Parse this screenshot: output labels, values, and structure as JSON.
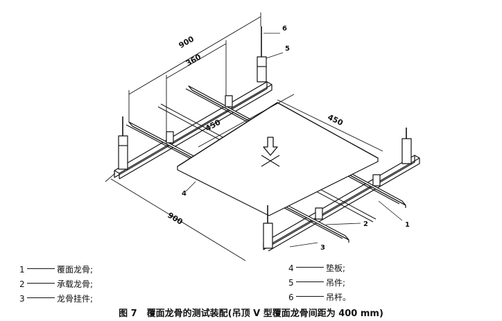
{
  "dimensions": {
    "top_total": "900",
    "top_spacing": "360",
    "left_panel": "450",
    "right_panel": "450",
    "bottom_total": "900"
  },
  "callouts": [
    "1",
    "2",
    "3",
    "4",
    "5",
    "6"
  ],
  "legend": [
    {
      "num": "1",
      "label": "覆面龙骨;"
    },
    {
      "num": "2",
      "label": "承载龙骨;"
    },
    {
      "num": "3",
      "label": "龙骨挂件;"
    },
    {
      "num": "4",
      "label": "垫板;"
    },
    {
      "num": "5",
      "label": "吊件;"
    },
    {
      "num": "6",
      "label": "吊杆。"
    }
  ],
  "caption": {
    "fig_no": "图 7",
    "title": "覆面龙骨的测试装配(吊顶 V 型覆面龙骨间距为 400 mm)"
  }
}
